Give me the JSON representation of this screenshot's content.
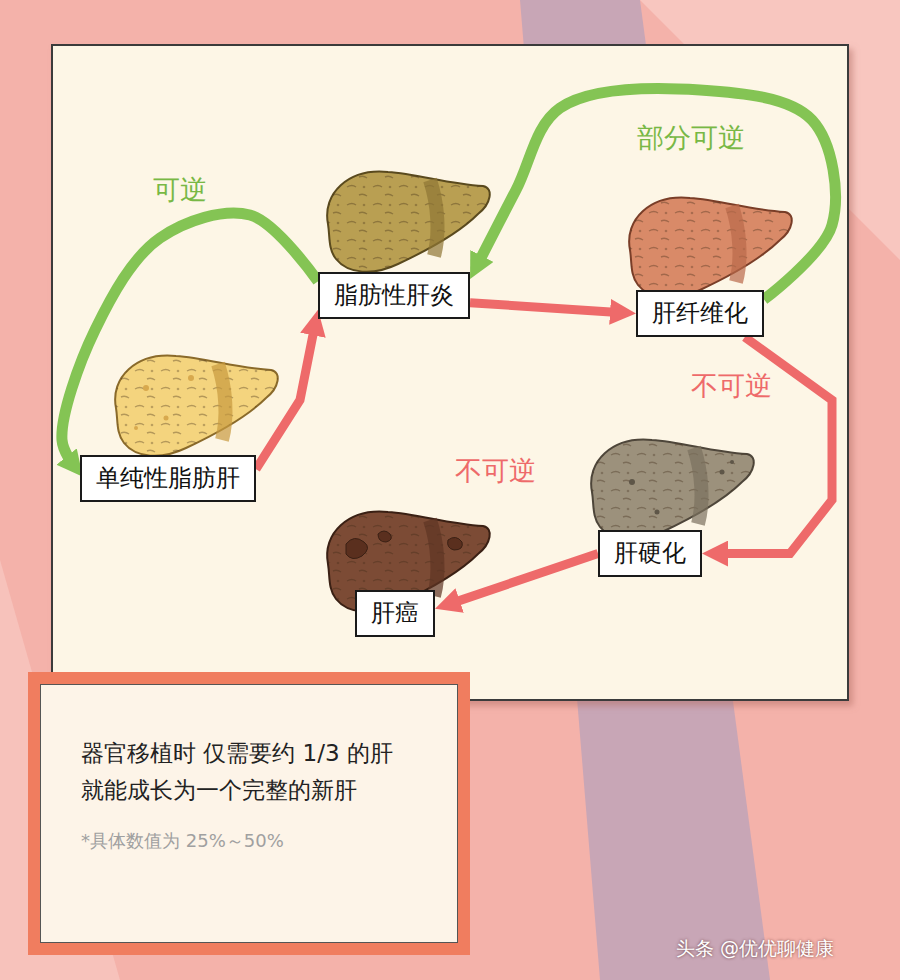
{
  "diagram": {
    "nodes": [
      {
        "text": [
          "脂肪性肝炎"
        ]
      },
      {
        "text": [
          "肝纤维化"
        ]
      },
      {
        "text": [
          "单纯性脂肪肝"
        ]
      },
      {
        "text": [
          "肝硬化"
        ]
      },
      {
        "text": [
          "肝癌"
        ]
      },
      {
        "text": [
          "器官移植时 仅需要约 1/3 的肝 就能成长为一个完整的新肝",
          "*具体数值为 25%～50%"
        ]
      }
    ],
    "edges": [
      {
        "from": 2,
        "to": 0,
        "arrow": "to"
      },
      {
        "from": 0,
        "to": 2,
        "label": "可逆",
        "arrow": "to"
      },
      {
        "from": 0,
        "to": 1,
        "arrow": "to"
      },
      {
        "from": 1,
        "to": 0,
        "label": "部分可逆",
        "arrow": "to"
      },
      {
        "from": 1,
        "to": 3,
        "label": "不可逆",
        "arrow": "to"
      },
      {
        "from": 3,
        "to": 4,
        "label": "不可逆",
        "arrow": "to"
      }
    ],
    "labels": [
      "头条 @优优聊健康"
    ]
  }
}
